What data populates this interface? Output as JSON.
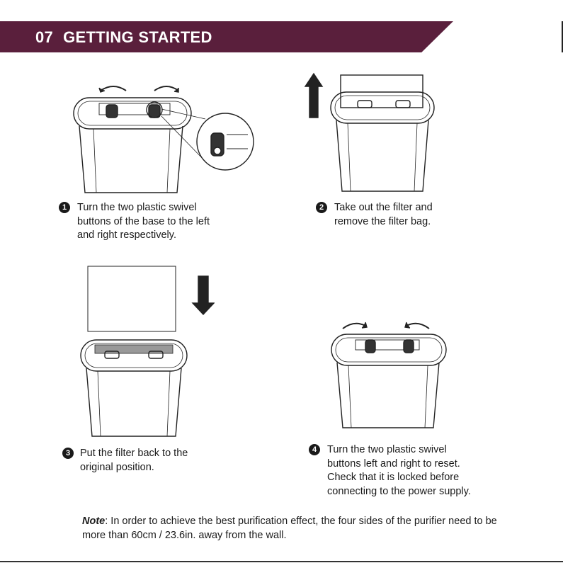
{
  "header": {
    "number": "07",
    "title": "GETTING STARTED",
    "color": "#5a1f3c"
  },
  "steps": [
    {
      "number": "1",
      "text": "Turn the two plastic swivel\nbuttons of the base to the left\nand right respectively."
    },
    {
      "number": "2",
      "text": "Take out the filter and\nremove the filter bag."
    },
    {
      "number": "3",
      "text": "Put the filter back to the\noriginal position."
    },
    {
      "number": "4",
      "text": "Turn the two plastic swivel\nbuttons left and right to reset.\nCheck that it is locked before\nconnecting to the power supply."
    }
  ],
  "note": {
    "label": "Note",
    "text": ": In order to achieve the best purification effect, the four sides of the purifier need to be more than 60cm / 23.6in. away from the wall."
  }
}
